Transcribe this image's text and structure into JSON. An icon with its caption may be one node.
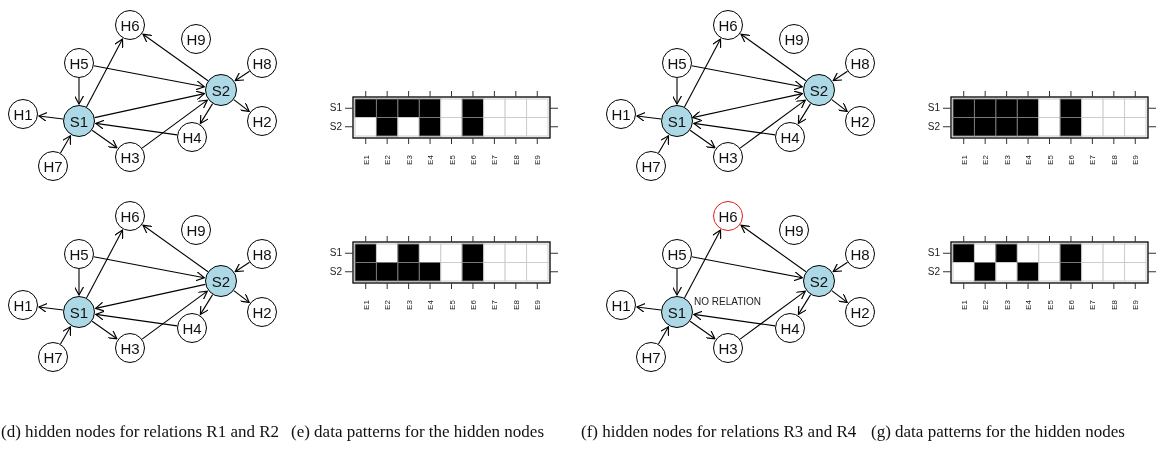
{
  "diagram": {
    "nodes": [
      {
        "text": [
          "H6"
        ]
      },
      {
        "text": [
          "H9"
        ]
      },
      {
        "text": [
          "H5"
        ]
      },
      {
        "text": [
          "H8"
        ]
      },
      {
        "text": [
          "S2"
        ]
      },
      {
        "text": [
          "H1"
        ]
      },
      {
        "text": [
          "S1"
        ]
      },
      {
        "text": [
          "H2"
        ]
      },
      {
        "text": [
          "H3"
        ]
      },
      {
        "text": [
          "H4"
        ]
      },
      {
        "text": [
          "H7"
        ]
      },
      {
        "text": [
          "H6"
        ]
      },
      {
        "text": [
          "H9"
        ]
      },
      {
        "text": [
          "H5"
        ]
      },
      {
        "text": [
          "H8"
        ]
      },
      {
        "text": [
          "S2"
        ]
      },
      {
        "text": [
          "H1"
        ]
      },
      {
        "text": [
          "S1"
        ]
      },
      {
        "text": [
          "H2"
        ]
      },
      {
        "text": [
          "H3"
        ]
      },
      {
        "text": [
          "H4"
        ]
      },
      {
        "text": [
          "H7"
        ]
      },
      {
        "text": [
          "H6"
        ]
      },
      {
        "text": [
          "H9"
        ]
      },
      {
        "text": [
          "H5"
        ]
      },
      {
        "text": [
          "H8"
        ]
      },
      {
        "text": [
          "S2"
        ]
      },
      {
        "text": [
          "H1"
        ]
      },
      {
        "text": [
          "S1"
        ]
      },
      {
        "text": [
          "H2"
        ]
      },
      {
        "text": [
          "H3"
        ]
      },
      {
        "text": [
          "H4"
        ]
      },
      {
        "text": [
          "H7"
        ]
      },
      {
        "text": [
          "H6"
        ]
      },
      {
        "text": [
          "H9"
        ]
      },
      {
        "text": [
          "H5"
        ]
      },
      {
        "text": [
          "H8"
        ]
      },
      {
        "text": [
          "S2"
        ]
      },
      {
        "text": [
          "H1"
        ]
      },
      {
        "text": [
          "S1"
        ]
      },
      {
        "text": [
          "H2"
        ]
      },
      {
        "text": [
          "H3"
        ]
      },
      {
        "text": [
          "H4"
        ]
      },
      {
        "text": [
          "H7"
        ]
      }
    ],
    "edges": [
      {
        "from": 2,
        "to": 6,
        "arrow": "to"
      },
      {
        "from": 2,
        "to": 4,
        "arrow": "to"
      },
      {
        "from": 6,
        "to": 5,
        "arrow": "to"
      },
      {
        "from": 6,
        "to": 0,
        "arrow": "to"
      },
      {
        "from": 6,
        "to": 4,
        "arrow": "to"
      },
      {
        "from": 6,
        "to": 8,
        "arrow": "to"
      },
      {
        "from": 10,
        "to": 6,
        "arrow": "to"
      },
      {
        "from": 9,
        "to": 6,
        "arrow": "to"
      },
      {
        "from": 8,
        "to": 4,
        "arrow": "to"
      },
      {
        "from": 4,
        "to": 0,
        "arrow": "to"
      },
      {
        "from": 3,
        "to": 4,
        "arrow": "to"
      },
      {
        "from": 4,
        "to": 7,
        "arrow": "to"
      },
      {
        "from": 4,
        "to": 9,
        "arrow": "to"
      },
      {
        "from": 13,
        "to": 17,
        "arrow": "to"
      },
      {
        "from": 13,
        "to": 15,
        "arrow": "to"
      },
      {
        "from": 17,
        "to": 16,
        "arrow": "to"
      },
      {
        "from": 17,
        "to": 11,
        "arrow": "to"
      },
      {
        "from": 17,
        "to": 15,
        "arrow": "both"
      },
      {
        "from": 17,
        "to": 19,
        "arrow": "to"
      },
      {
        "from": 21,
        "to": 17,
        "arrow": "to"
      },
      {
        "from": 20,
        "to": 17,
        "arrow": "to"
      },
      {
        "from": 19,
        "to": 15,
        "arrow": "to"
      },
      {
        "from": 15,
        "to": 11,
        "arrow": "to"
      },
      {
        "from": 14,
        "to": 15,
        "arrow": "to"
      },
      {
        "from": 15,
        "to": 18,
        "arrow": "to"
      },
      {
        "from": 15,
        "to": 20,
        "arrow": "to"
      },
      {
        "from": 24,
        "to": 28,
        "arrow": "to"
      },
      {
        "from": 24,
        "to": 26,
        "arrow": "to"
      },
      {
        "from": 28,
        "to": 27,
        "arrow": "to"
      },
      {
        "from": 28,
        "to": 22,
        "arrow": "to"
      },
      {
        "from": 26,
        "to": 28,
        "arrow": "to"
      },
      {
        "from": 28,
        "to": 30,
        "arrow": "to"
      },
      {
        "from": 32,
        "to": 28,
        "arrow": "to"
      },
      {
        "from": 31,
        "to": 28,
        "arrow": "to"
      },
      {
        "from": 30,
        "to": 26,
        "arrow": "to"
      },
      {
        "from": 26,
        "to": 22,
        "arrow": "to"
      },
      {
        "from": 25,
        "to": 26,
        "arrow": "to"
      },
      {
        "from": 26,
        "to": 29,
        "arrow": "to"
      },
      {
        "from": 26,
        "to": 31,
        "arrow": "to"
      },
      {
        "from": 35,
        "to": 39,
        "arrow": "to"
      },
      {
        "from": 35,
        "to": 37,
        "arrow": "to"
      },
      {
        "from": 39,
        "to": 38,
        "arrow": "to"
      },
      {
        "from": 39,
        "to": 33,
        "arrow": "to"
      },
      {
        "from": 39,
        "to": 41,
        "arrow": "to"
      },
      {
        "from": 43,
        "to": 39,
        "arrow": "to"
      },
      {
        "from": 42,
        "to": 39,
        "arrow": "to"
      },
      {
        "from": 41,
        "to": 37,
        "arrow": "to"
      },
      {
        "from": 37,
        "to": 33,
        "arrow": "to"
      },
      {
        "from": 36,
        "to": 37,
        "arrow": "to"
      },
      {
        "from": 37,
        "to": 40,
        "arrow": "to"
      },
      {
        "from": 37,
        "to": 42,
        "arrow": "to"
      }
    ],
    "labels": [
      "S1",
      "S2",
      "E1",
      "E2",
      "E3",
      "E4",
      "E5",
      "E6",
      "E7",
      "E8",
      "E9",
      "S1",
      "S2",
      "E1",
      "E2",
      "E3",
      "E4",
      "E5",
      "E6",
      "E7",
      "E8",
      "E9",
      "S1",
      "S2",
      "E1",
      "E2",
      "E3",
      "E4",
      "E5",
      "E6",
      "E7",
      "E8",
      "E9",
      "NO RELATION",
      "S1",
      "S2",
      "E1",
      "E2",
      "E3",
      "E4",
      "E5",
      "E6",
      "E7",
      "E8",
      "E9",
      "(d) hidden nodes for relations R1 and R2",
      "(e) data patterns for the hidden nodes",
      "(f) hidden nodes for relations R3 and R4",
      "(g) data patterns for the hidden nodes"
    ]
  }
}
